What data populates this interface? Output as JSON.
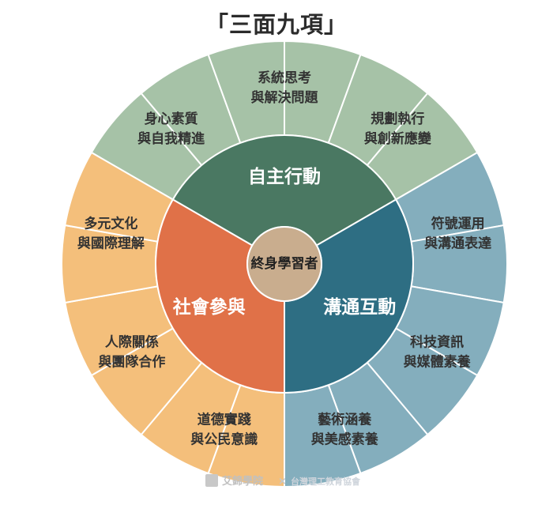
{
  "title": "「三面九項」",
  "center": {
    "label": "終身學習者",
    "color": "#c9ad8e"
  },
  "dimensions": [
    {
      "label": "自主行動",
      "color": "#4a7862",
      "outer_color": "#a6c2a7",
      "items": [
        {
          "line1": "身心素質",
          "line2": "與自我精進"
        },
        {
          "line1": "系統思考",
          "line2": "與解決問題"
        },
        {
          "line1": "規劃執行",
          "line2": "與創新應變"
        }
      ]
    },
    {
      "label": "溝通互動",
      "color": "#2e6e83",
      "outer_color": "#84aebd",
      "items": [
        {
          "line1": "符號運用",
          "line2": "與溝通表達"
        },
        {
          "line1": "科技資訊",
          "line2": "與媒體素養"
        },
        {
          "line1": "藝術涵養",
          "line2": "與美感素養"
        }
      ]
    },
    {
      "label": "社會參與",
      "color": "#e07148",
      "outer_color": "#f4bf7b",
      "items": [
        {
          "line1": "道德實踐",
          "line2": "與公民意識"
        },
        {
          "line1": "人際關係",
          "line2": "與團隊合作"
        },
        {
          "line1": "多元文化",
          "line2": "與國際理解"
        }
      ]
    }
  ],
  "watermark": {
    "brand": "艾鍗學院",
    "separator": "×",
    "partner": "台灣理工教育協會"
  }
}
